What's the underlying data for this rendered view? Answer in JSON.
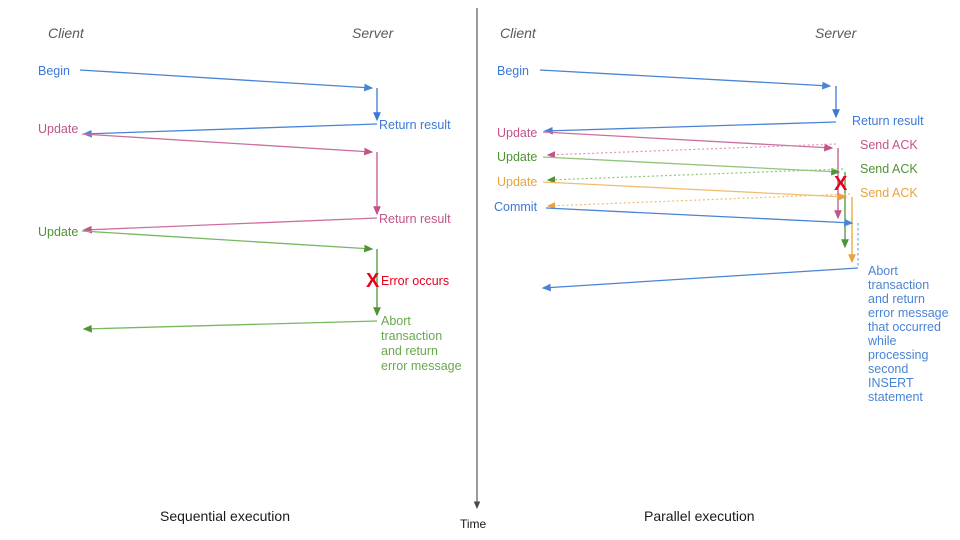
{
  "colors": {
    "blue": "#3c78d8",
    "blue_light": "#7aa7e0",
    "pink": "#c2548a",
    "pink_light": "#dc96b8",
    "green": "#4f9336",
    "green_light": "#8fc47a",
    "orange": "#e8a33d",
    "orange_light": "#f0bd72",
    "red": "#e8001c",
    "gray": "#5a5a5a",
    "black": "#1a1a1a"
  },
  "timeline": {
    "label": "Time"
  },
  "panels": [
    {
      "id": "sequential",
      "caption": "Sequential execution",
      "lanes": {
        "client": "Client",
        "server": "Server"
      },
      "messages": [
        {
          "id": "seq-begin",
          "label": "Begin",
          "color_key": "blue",
          "side": "client"
        },
        {
          "id": "seq-return-result-1",
          "label": "Return result",
          "color_key": "blue",
          "side": "server"
        },
        {
          "id": "seq-update-1",
          "label": "Update",
          "color_key": "pink",
          "side": "client"
        },
        {
          "id": "seq-return-result-2",
          "label": "Return result",
          "color_key": "pink",
          "side": "server"
        },
        {
          "id": "seq-update-2",
          "label": "Update",
          "color_key": "green",
          "side": "client"
        },
        {
          "id": "seq-error",
          "label": "Error occurs",
          "color_key": "red",
          "side": "server"
        }
      ],
      "note": {
        "id": "seq-abort-note",
        "color_key": "green",
        "lines": [
          "Abort",
          "transaction",
          "and return",
          "error message"
        ]
      }
    },
    {
      "id": "parallel",
      "caption": "Parallel execution",
      "lanes": {
        "client": "Client",
        "server": "Server"
      },
      "messages": [
        {
          "id": "par-begin",
          "label": "Begin",
          "color_key": "blue",
          "side": "client"
        },
        {
          "id": "par-return-result",
          "label": "Return result",
          "color_key": "blue",
          "side": "server"
        },
        {
          "id": "par-update-1",
          "label": "Update",
          "color_key": "pink",
          "side": "client"
        },
        {
          "id": "par-send-ack-1",
          "label": "Send ACK",
          "color_key": "pink",
          "side": "server"
        },
        {
          "id": "par-update-2",
          "label": "Update",
          "color_key": "green",
          "side": "client"
        },
        {
          "id": "par-send-ack-2",
          "label": "Send ACK",
          "color_key": "green",
          "side": "server"
        },
        {
          "id": "par-update-3",
          "label": "Update",
          "color_key": "orange",
          "side": "client"
        },
        {
          "id": "par-send-ack-3",
          "label": "Send ACK",
          "color_key": "orange",
          "side": "server"
        },
        {
          "id": "par-commit",
          "label": "Commit",
          "color_key": "blue",
          "side": "client"
        },
        {
          "id": "par-error",
          "label": "",
          "color_key": "red",
          "side": "server"
        }
      ],
      "note": {
        "id": "par-abort-note",
        "color_key": "blue",
        "lines": [
          "Abort",
          "transaction",
          "and return",
          "error message",
          "that occurred",
          "while",
          "processing",
          "second",
          "INSERT",
          "statement"
        ]
      }
    }
  ],
  "error_marker": {
    "glyph": "X",
    "name": "error-cross-icon"
  }
}
